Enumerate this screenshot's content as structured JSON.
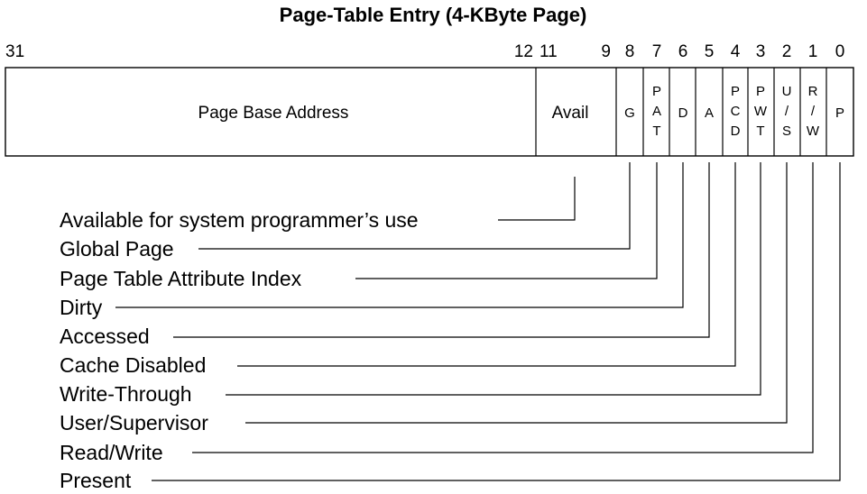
{
  "title": "Page-Table Entry (4-KByte Page)",
  "bit_numbers": [
    "31",
    "12",
    "11",
    "9",
    "8",
    "7",
    "6",
    "5",
    "4",
    "3",
    "2",
    "1",
    "0"
  ],
  "fields": [
    {
      "name": "page-base-address",
      "label": "Page Base Address"
    },
    {
      "name": "avail",
      "label": "Avail"
    },
    {
      "name": "g",
      "label": "G"
    },
    {
      "name": "pat",
      "chars": [
        "P",
        "A",
        "T"
      ]
    },
    {
      "name": "d",
      "label": "D"
    },
    {
      "name": "a",
      "label": "A"
    },
    {
      "name": "pcd",
      "chars": [
        "P",
        "C",
        "D"
      ]
    },
    {
      "name": "pwt",
      "chars": [
        "P",
        "W",
        "T"
      ]
    },
    {
      "name": "us",
      "chars": [
        "U",
        "/",
        "S"
      ]
    },
    {
      "name": "rw",
      "chars": [
        "R",
        "/",
        "W"
      ]
    },
    {
      "name": "p",
      "label": "P"
    }
  ],
  "legend": [
    "Available for system programmer’s use",
    "Global Page",
    "Page Table Attribute Index",
    "Dirty",
    "Accessed",
    "Cache Disabled",
    "Write-Through",
    "User/Supervisor",
    "Read/Write",
    "Present"
  ]
}
